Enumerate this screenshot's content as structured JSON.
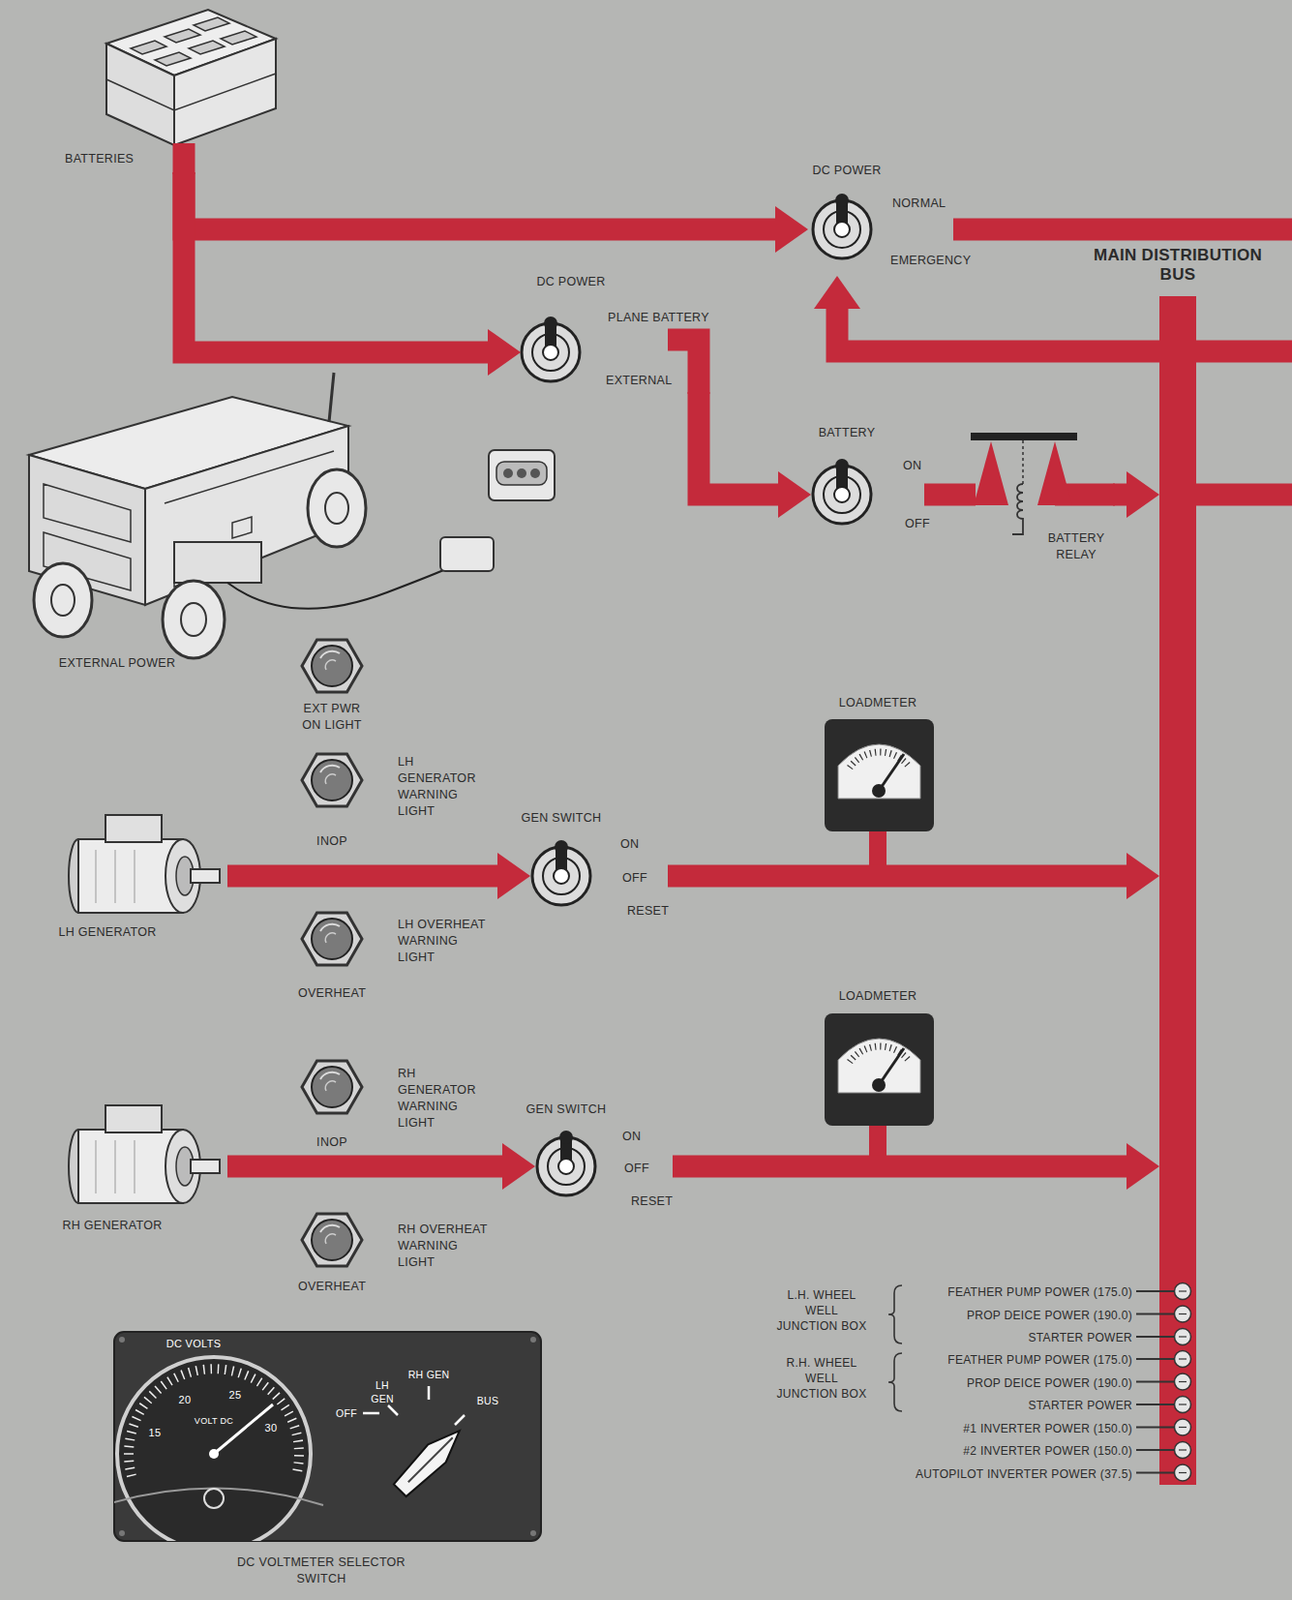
{
  "diagram": {
    "nodes": [
      {
        "text": [
          "BATTERIES"
        ]
      },
      {
        "text": [
          "DC POWER",
          "NORMAL",
          "EMERGENCY"
        ]
      },
      {
        "text": [
          "DC POWER",
          "PLANE BATTERY",
          "EXTERNAL"
        ]
      },
      {
        "text": [
          "BATTERY",
          "ON",
          "OFF"
        ]
      },
      {
        "text": [
          "BATTERY RELAY"
        ]
      },
      {
        "text": [
          "MAIN DISTRIBUTION BUS"
        ]
      },
      {
        "text": [
          "EXTERNAL POWER"
        ]
      },
      {
        "text": [
          "EXT PWR ON LIGHT"
        ]
      },
      {
        "text": [
          "LH GENERATOR WARNING LIGHT",
          "INOP"
        ]
      },
      {
        "text": [
          "LH GENERATOR"
        ]
      },
      {
        "text": [
          "GEN SWITCH",
          "ON",
          "OFF",
          "RESET"
        ]
      },
      {
        "text": [
          "LH OVERHEAT WARNING LIGHT",
          "OVERHEAT"
        ]
      },
      {
        "text": [
          "LOADMETER"
        ]
      },
      {
        "text": [
          "RH GENERATOR WARNING LIGHT",
          "INOP"
        ]
      },
      {
        "text": [
          "RH GENERATOR"
        ]
      },
      {
        "text": [
          "GEN SWITCH",
          "ON",
          "OFF",
          "RESET"
        ]
      },
      {
        "text": [
          "RH OVERHEAT WARNING LIGHT",
          "OVERHEAT"
        ]
      },
      {
        "text": [
          "LOADMETER"
        ]
      },
      {
        "text": [
          "DC VOLTS",
          "15",
          "20",
          "25",
          "30",
          "VOLT DC",
          "OFF",
          "LH GEN",
          "RH GEN",
          "BUS",
          "DC VOLTMETER SELECTOR SWITCH"
        ]
      }
    ],
    "edges": [
      {
        "from": 0,
        "to": 1,
        "arrow": "to"
      },
      {
        "from": 0,
        "to": 2,
        "arrow": "to"
      },
      {
        "from": 2,
        "to": 3,
        "arrow": "to"
      },
      {
        "from": 3,
        "to": 4,
        "arrow": "none"
      },
      {
        "from": 4,
        "to": 5,
        "arrow": "to"
      },
      {
        "from": 5,
        "to": 1,
        "arrow": "to"
      },
      {
        "from": 9,
        "to": 10,
        "arrow": "to"
      },
      {
        "from": 10,
        "to": 5,
        "arrow": "to"
      },
      {
        "from": 14,
        "to": 15,
        "arrow": "to"
      },
      {
        "from": 15,
        "to": 5,
        "arrow": "to"
      }
    ],
    "labels": [
      "L.H. WHEEL WELL JUNCTION BOX",
      "FEATHER PUMP POWER (175.0)",
      "PROP DEICE POWER (190.0)",
      "STARTER POWER",
      "R.H. WHEEL WELL JUNCTION BOX",
      "FEATHER PUMP POWER (175.0)",
      "PROP DEICE POWER (190.0)",
      "STARTER POWER",
      "#1 INVERTER POWER (150.0)",
      "#2 INVERTER POWER (150.0)",
      "AUTOPILOT INVERTER POWER (37.5)"
    ]
  }
}
